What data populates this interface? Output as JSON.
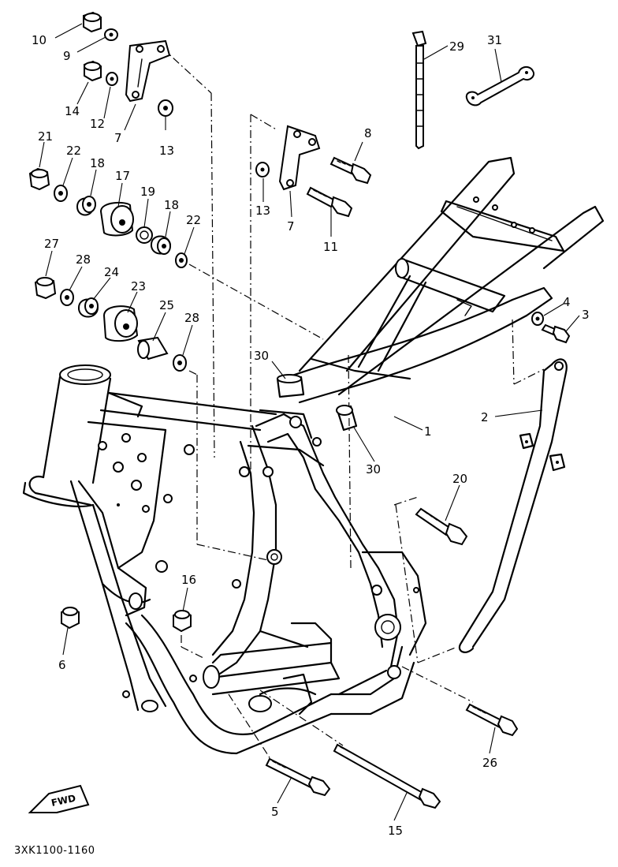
{
  "diagram": {
    "part_numbers": {
      "p1": "1",
      "p2": "2",
      "p3": "3",
      "p4": "4",
      "p5": "5",
      "p6": "6",
      "p7a": "7",
      "p7b": "7",
      "p8": "8",
      "p9": "9",
      "p10": "10",
      "p11": "11",
      "p12": "12",
      "p13a": "13",
      "p13b": "13",
      "p14": "14",
      "p15": "15",
      "p16": "16",
      "p17": "17",
      "p18a": "18",
      "p18b": "18",
      "p19": "19",
      "p20": "20",
      "p21": "21",
      "p22a": "22",
      "p22b": "22",
      "p23": "23",
      "p24": "24",
      "p25": "25",
      "p26": "26",
      "p27": "27",
      "p28a": "28",
      "p28b": "28",
      "p29": "29",
      "p30a": "30",
      "p30b": "30",
      "p31": "31"
    },
    "fwd_label": "FWD",
    "drawing_code": "3XK1100-1160"
  }
}
